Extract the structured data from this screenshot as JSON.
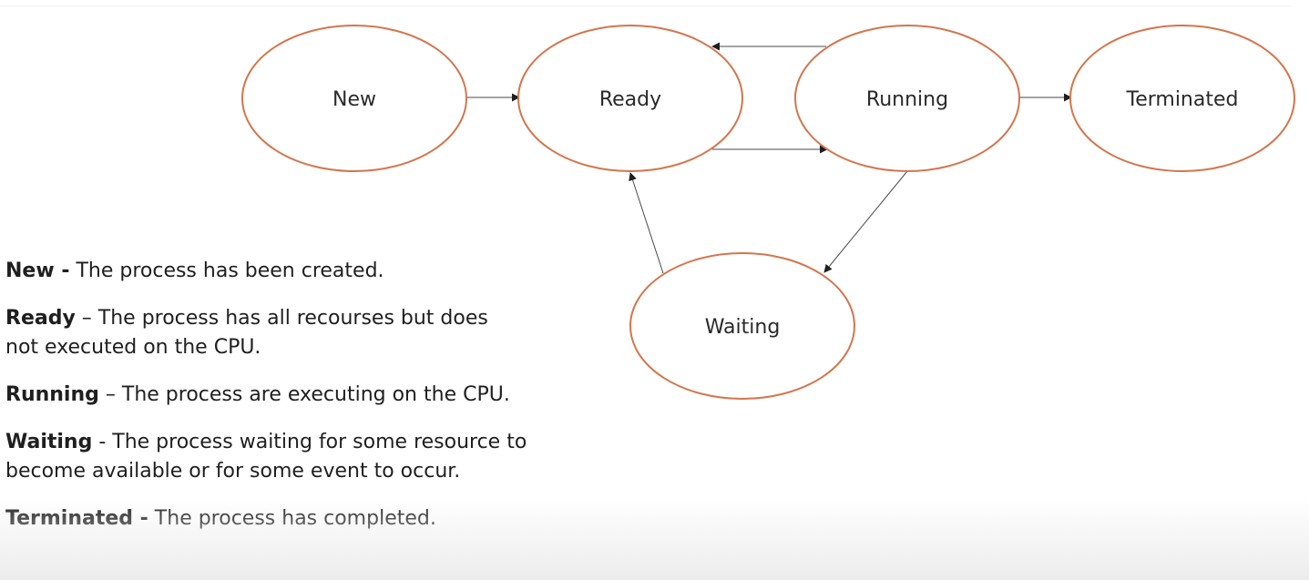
{
  "diagram": {
    "nodes": [
      {
        "id": "new",
        "label": "New"
      },
      {
        "id": "ready",
        "label": "Ready"
      },
      {
        "id": "running",
        "label": "Running"
      },
      {
        "id": "terminated",
        "label": "Terminated"
      },
      {
        "id": "waiting",
        "label": "Waiting"
      }
    ],
    "edges": [
      {
        "from": "new",
        "to": "ready"
      },
      {
        "from": "running",
        "to": "ready"
      },
      {
        "from": "ready",
        "to": "running"
      },
      {
        "from": "running",
        "to": "terminated"
      },
      {
        "from": "running",
        "to": "waiting"
      },
      {
        "from": "waiting",
        "to": "ready"
      }
    ],
    "colors": {
      "node_stroke": "#d3764d",
      "edge": "#4a4a4a"
    }
  },
  "legend": {
    "new": {
      "term": "New -",
      "desc": " The process has been created."
    },
    "ready": {
      "term": "Ready",
      "desc": " – The process has all recourses but does not executed on the CPU."
    },
    "running": {
      "term": "Running",
      "desc": " – The process are executing on the CPU."
    },
    "waiting": {
      "term": "Waiting",
      "desc": " - The process waiting for some resource to become available or for some event to occur."
    },
    "terminated": {
      "term": "Terminated -",
      "desc": " The process has completed."
    }
  }
}
